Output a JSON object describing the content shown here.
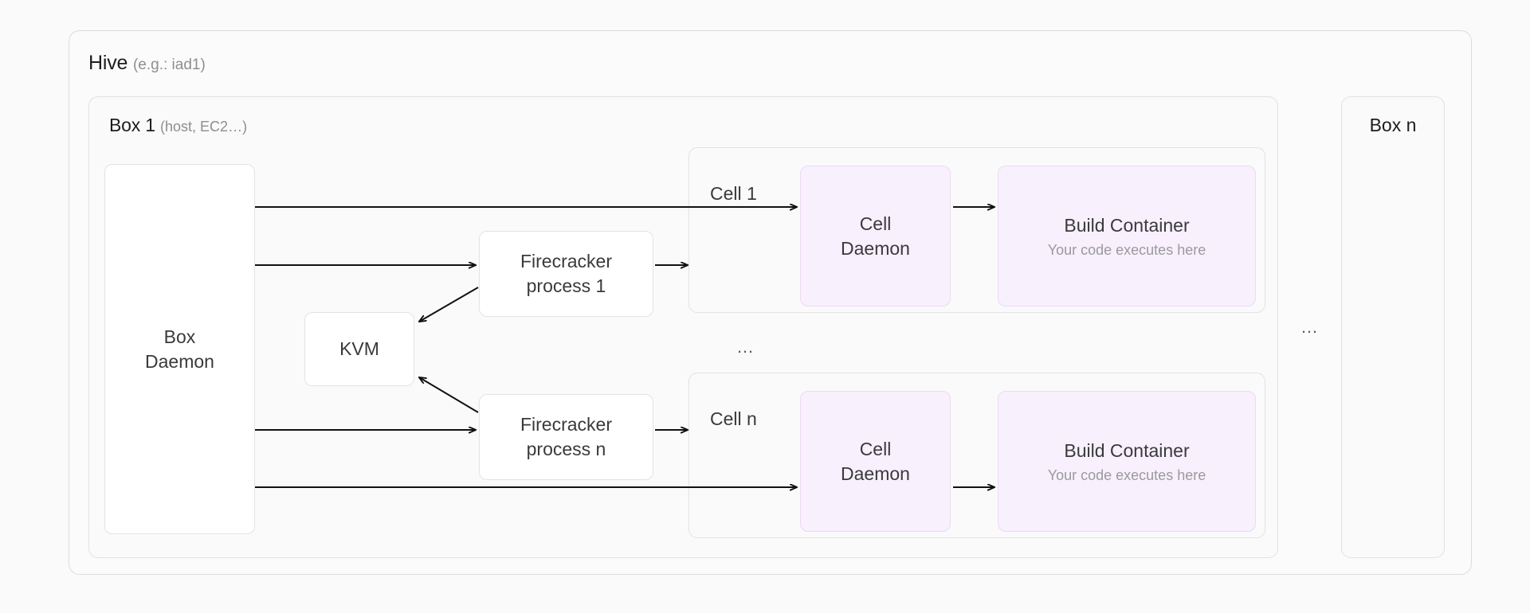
{
  "diagram": {
    "background_color": "#fafafa",
    "accent_color": "#f8f0fd",
    "accent_border_color": "#ecd9f5",
    "hive": {
      "title": "Hive",
      "subtitle": "(e.g.: iad1)"
    },
    "box1": {
      "title": "Box 1",
      "subtitle": "(host, EC2…)"
    },
    "boxn": {
      "title": "Box n"
    },
    "boxes_ellipsis": "…",
    "cells_ellipsis": "…",
    "nodes": {
      "box_daemon": "Box\nDaemon",
      "kvm": "KVM",
      "firecracker_1": "Firecracker\nprocess 1",
      "firecracker_n": "Firecracker\nprocess n"
    },
    "cells": [
      {
        "label": "Cell 1",
        "cell_daemon": "Cell\nDaemon",
        "build_container_title": "Build Container",
        "build_container_sub": "Your code executes here"
      },
      {
        "label": "Cell n",
        "cell_daemon": "Cell\nDaemon",
        "build_container_title": "Build Container",
        "build_container_sub": "Your code executes here"
      }
    ]
  }
}
